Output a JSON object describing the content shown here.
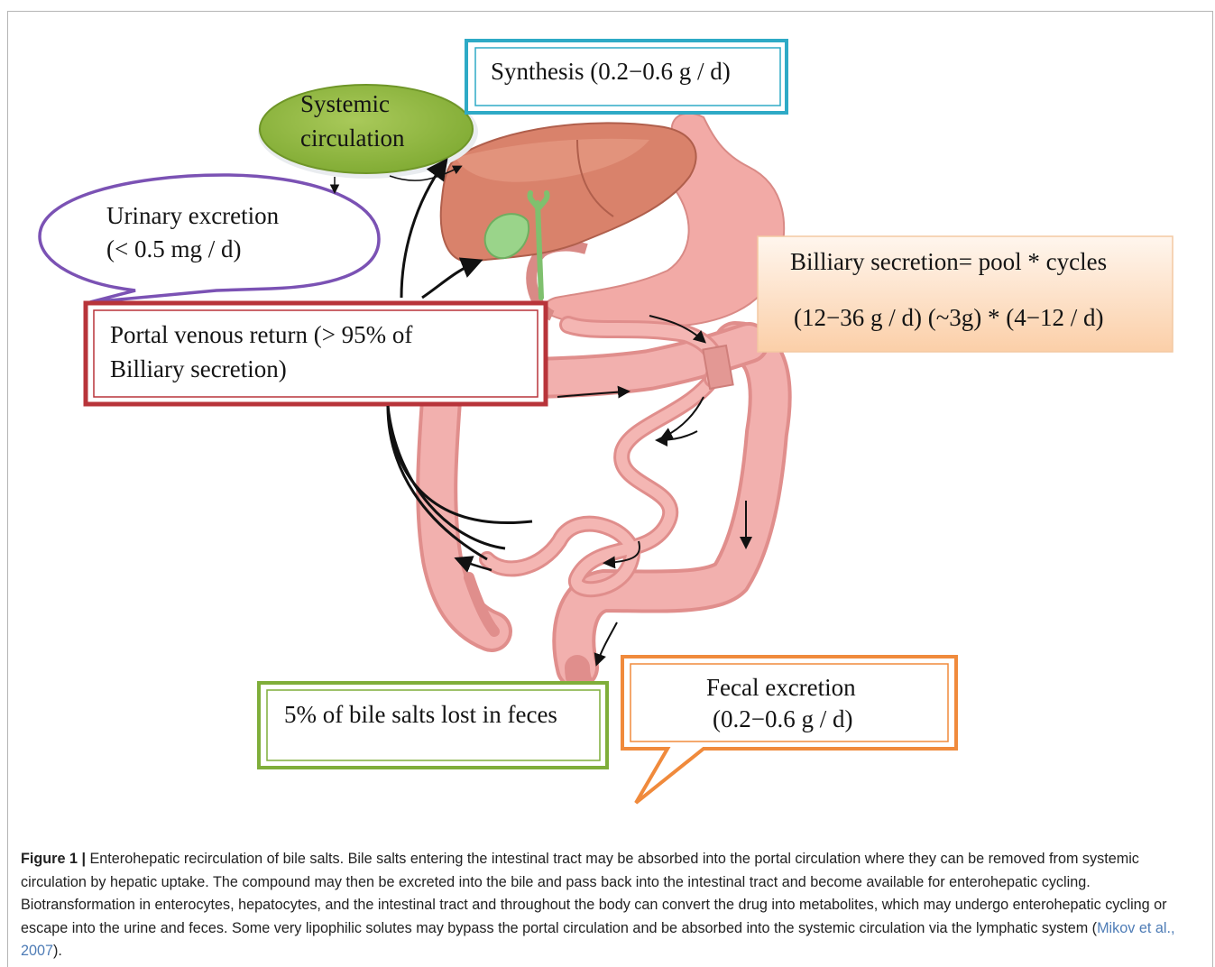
{
  "figure": {
    "labels": {
      "synthesis": "Synthesis  (0.2−0.6 g / d)",
      "systemic_line1": "Systemic",
      "systemic_line2": "circulation",
      "urinary_line1": "Urinary  excretion",
      "urinary_line2": "(< 0.5 mg / d)",
      "portal_line1": "Portal   venous   return (> 95% of",
      "portal_line2": "Billiary secretion)",
      "biliary_line1": "Billiary  secretion= pool * cycles",
      "biliary_line2": "(12−36 g / d)  (~3g) * (4−12 / d)",
      "feces_lost": "5% of bile salts lost in feces",
      "fecal_line1": "Fecal  excretion",
      "fecal_line2": "(0.2−0.6 g / d)"
    },
    "colors": {
      "synthesis_border": "#2eaac6",
      "systemic_fill": "#8fb83e",
      "urinary_border": "#7b52b4",
      "portal_border": "#b8343a",
      "biliary_fill": "#fcd9b8",
      "feces_border": "#7fae3a",
      "fecal_border": "#f08a3c",
      "liver": "#d47b62",
      "gallbladder": "#9ad48a",
      "intestine": "#f1aaa8",
      "stomach": "#f3aea9"
    }
  },
  "caption": {
    "figure_label": "Figure 1 |",
    "text": " Enterohepatic recirculation of bile salts. Bile salts entering the intestinal tract may be absorbed into the portal circulation where they can be removed from systemic circulation by hepatic uptake. The compound may then be excreted into the bile and pass back into the intestinal tract and become available for enterohepatic cycling. Biotransformation in enterocytes, hepatocytes, and the intestinal tract and throughout the body can convert the drug into metabolites, which may undergo enterohepatic cycling or escape into the urine and feces. Some very lipophilic solutes may bypass the portal circulation and be absorbed into the systemic circulation via the lymphatic system (",
    "citation": "Mikov et al., 2007",
    "end": ")."
  }
}
